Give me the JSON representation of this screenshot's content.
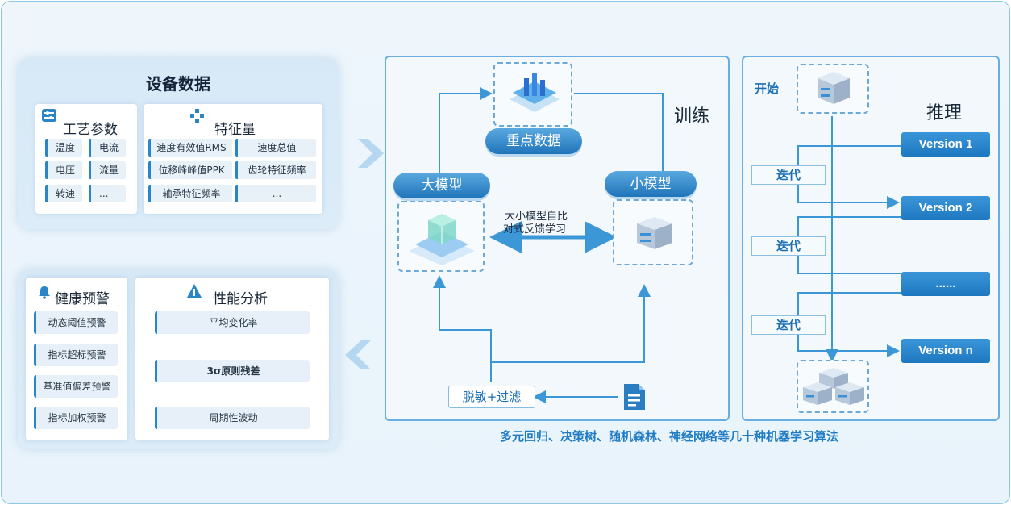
{
  "device_data": {
    "title": "设备数据",
    "process_params": {
      "title": "工艺参数",
      "items": [
        "温度",
        "电流",
        "电压",
        "流量",
        "转速",
        "..."
      ]
    },
    "features": {
      "title": "特征量",
      "items": [
        "速度有效值RMS",
        "速度总值",
        "位移峰峰值PPK",
        "齿轮特征频率",
        "轴承特征频率",
        "..."
      ]
    }
  },
  "health_warning": {
    "title": "健康预警",
    "items": [
      "动态阈值预警",
      "指标超标预警",
      "基准值偏差预警",
      "指标加权预警"
    ]
  },
  "performance": {
    "title": "性能分析",
    "items": [
      "平均变化率",
      "3σ原则残差",
      "周期性波动"
    ]
  },
  "training": {
    "title": "训练",
    "key_data": "重点数据",
    "large_model": "大模型",
    "small_model": "小模型",
    "feedback_line1": "大小模型自比",
    "feedback_line2": "对式反馈学习",
    "desensitize": "脱敏+过滤"
  },
  "inference": {
    "title": "推理",
    "start": "开始",
    "iterate": [
      "迭代",
      "迭代",
      "迭代"
    ],
    "versions": [
      "Version 1",
      "Version 2",
      "......",
      "Version n"
    ]
  },
  "algorithms": "多元回归、决策树、随机森林、神经网络等几十种机器学习算法",
  "colors": {
    "accent": "#1f74b9",
    "line": "#3c97d6",
    "panel": "#d9ebf8"
  }
}
